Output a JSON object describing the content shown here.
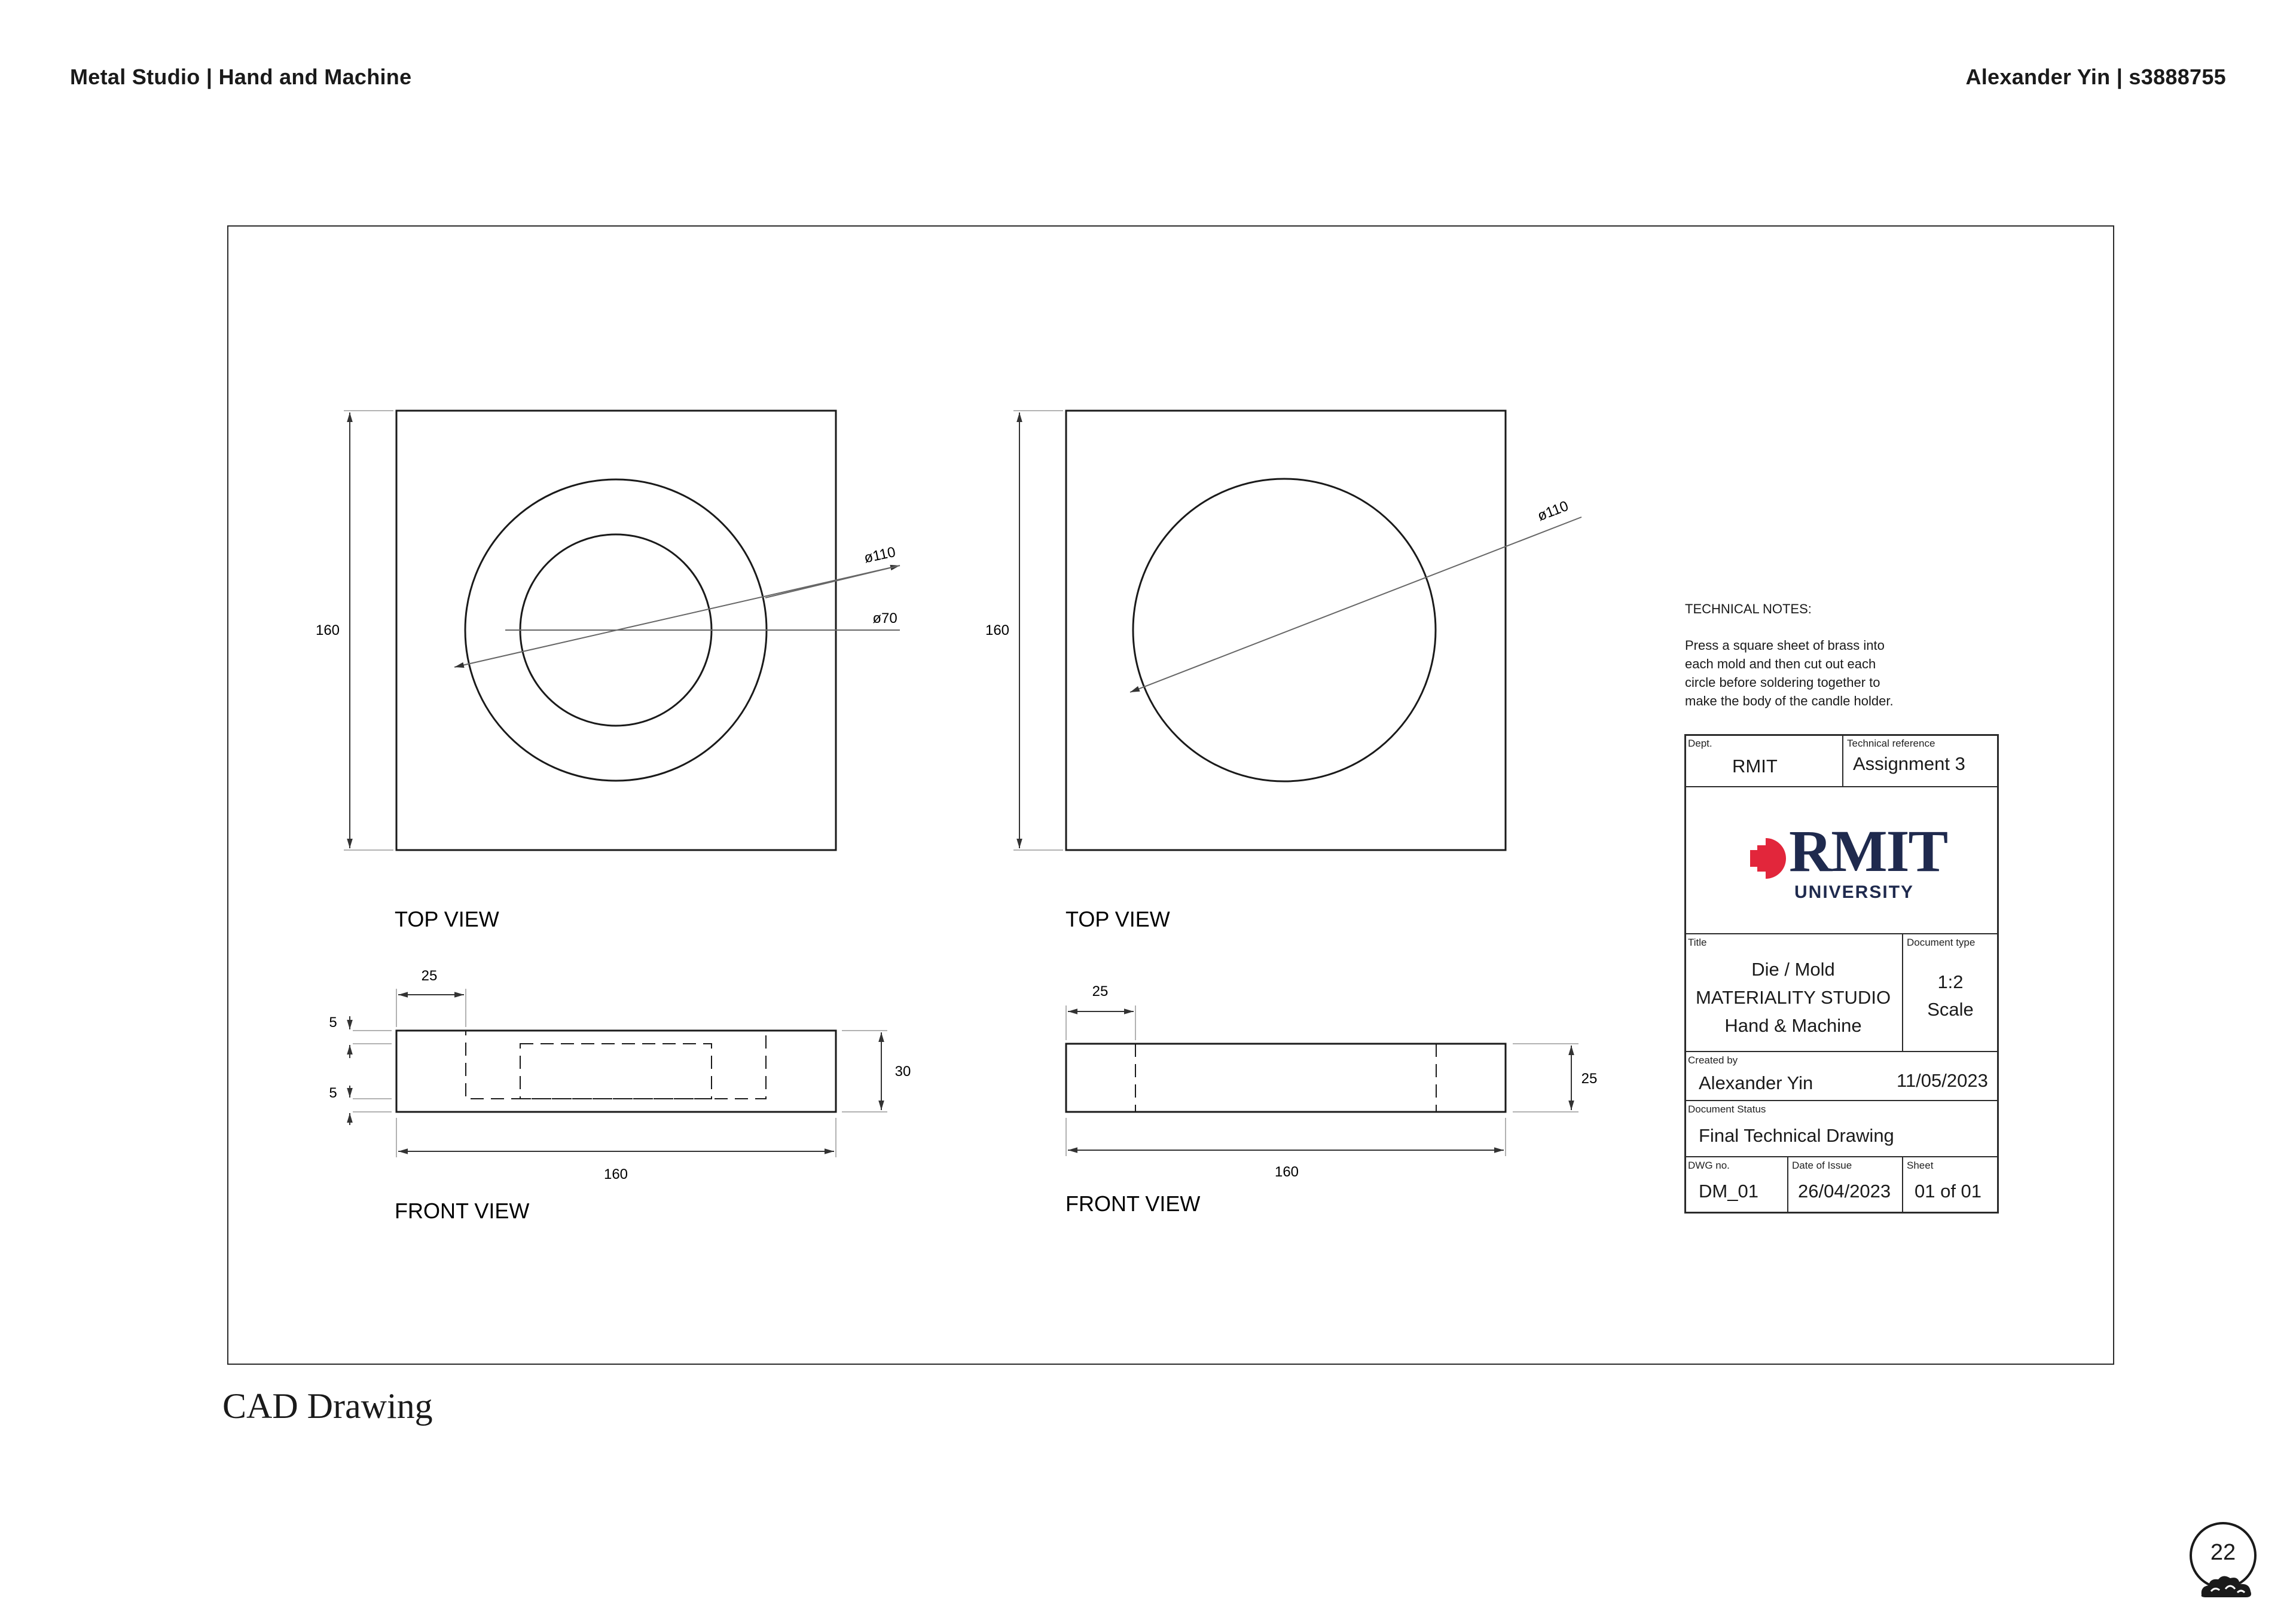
{
  "header": {
    "left": "Metal Studio | Hand and Machine",
    "right": "Alexander Yin | s3888755"
  },
  "section_title": "CAD Drawing",
  "page_number": "22",
  "views": {
    "top_view_label": "TOP VIEW",
    "front_view_label": "FRONT VIEW"
  },
  "dimensions": {
    "left_top": {
      "height": "160",
      "outer_dia": "ø110",
      "inner_dia": "ø70"
    },
    "right_top": {
      "height": "160",
      "dia": "ø110"
    },
    "left_front": {
      "inset": "25",
      "top_wall": "5",
      "bottom_wall": "5",
      "height": "30",
      "width": "160"
    },
    "right_front": {
      "inset": "25",
      "height": "25",
      "width": "160"
    }
  },
  "technical_notes": {
    "title": "TECHNICAL NOTES:",
    "lines": [
      "Press a square sheet of brass into",
      "each mold and then cut out each",
      "circle before soldering together to",
      "make the body of the candle holder."
    ]
  },
  "title_block": {
    "dept_label": "Dept.",
    "dept": "RMIT",
    "tech_ref_label": "Technical reference",
    "tech_ref": "Assignment 3",
    "logo_word": "RMIT",
    "logo_sub": "UNIVERSITY",
    "title_label": "Title",
    "title_lines": [
      "Die / Mold",
      "MATERIALITY STUDIO",
      "Hand & Machine"
    ],
    "doc_type_label": "Document type",
    "doc_type_lines": [
      "1:2",
      "Scale"
    ],
    "created_by_label": "Created by",
    "created_by": "Alexander Yin",
    "created_date": "11/05/2023",
    "status_label": "Document Status",
    "status": "Final Technical Drawing",
    "dwg_label": "DWG no.",
    "dwg": "DM_01",
    "issue_label": "Date of Issue",
    "issue": "26/04/2023",
    "sheet_label": "Sheet",
    "sheet": "01 of 01"
  },
  "colors": {
    "ink": "#1a1a1a",
    "logo_red": "#e2263b",
    "logo_navy": "#1f2a4e"
  }
}
